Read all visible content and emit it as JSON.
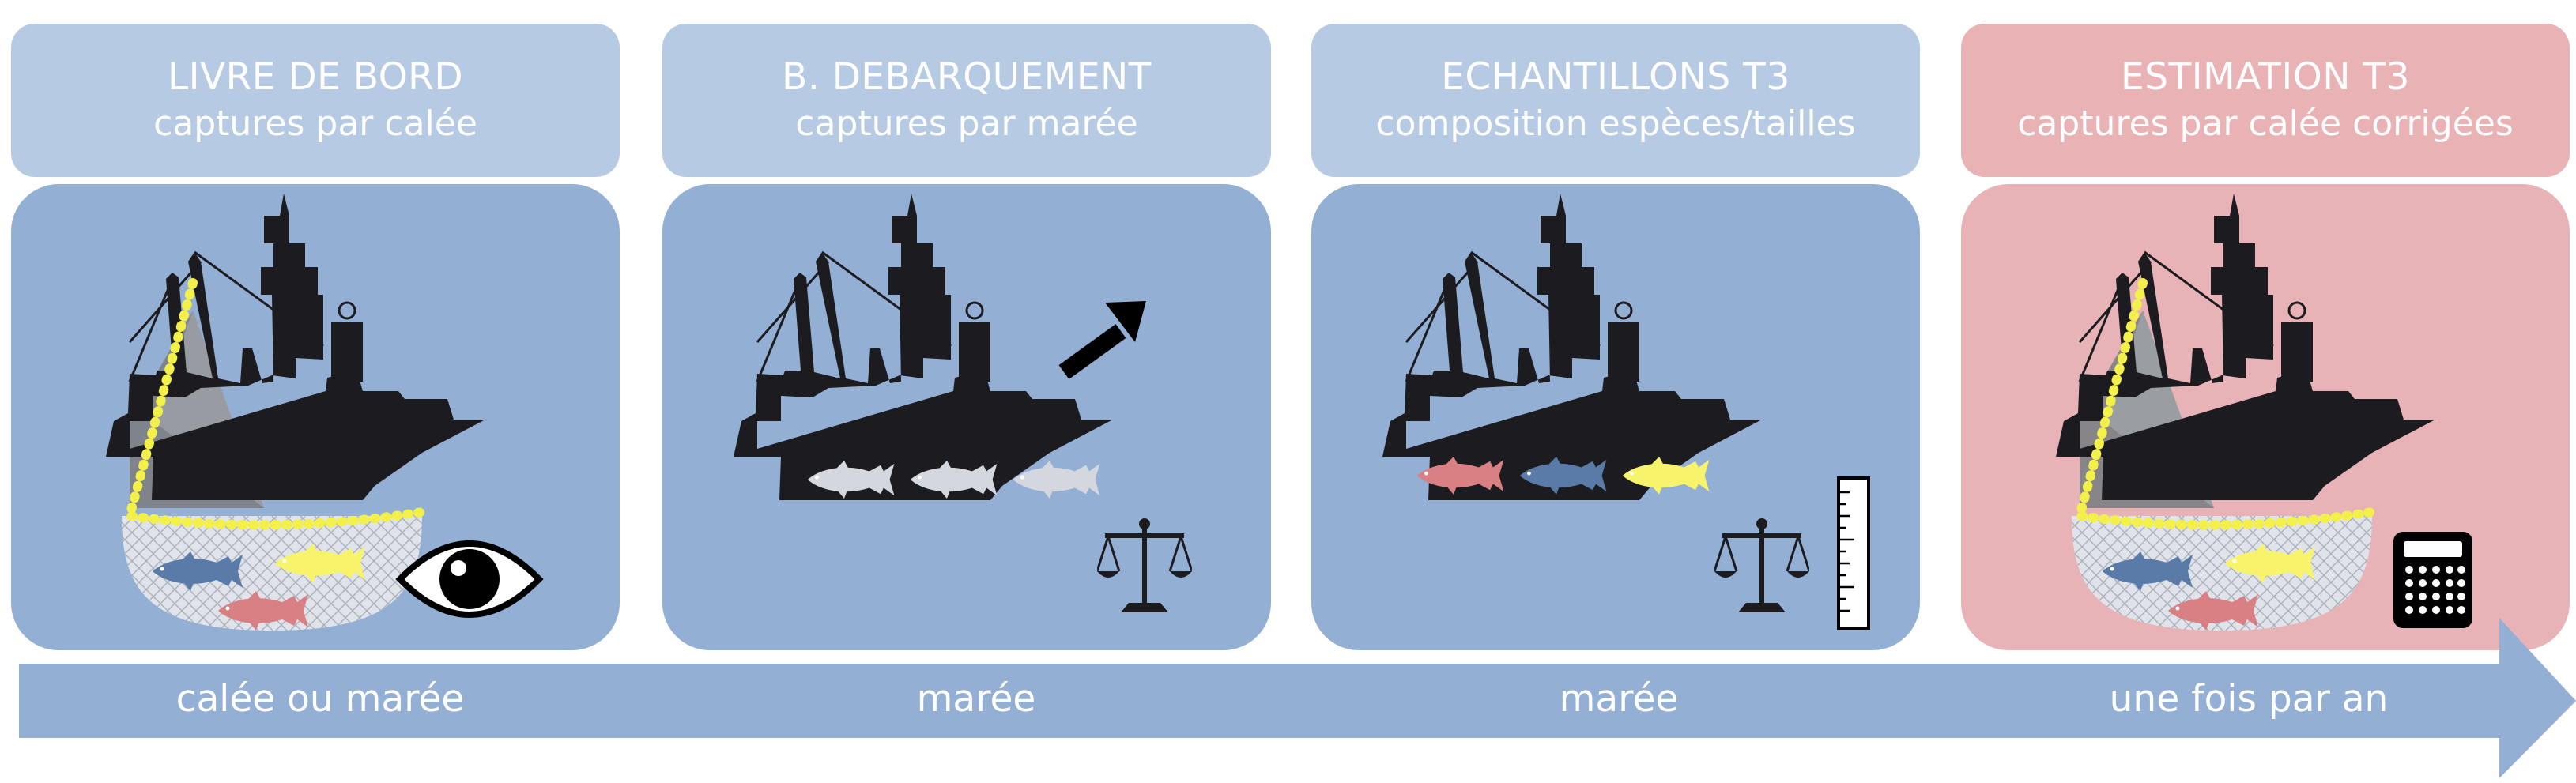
{
  "steps": [
    {
      "title": "LIVRE DE BORD",
      "subtitle": "captures par calée",
      "timeline": "calée ou marée"
    },
    {
      "title": "B. DEBARQUEMENT",
      "subtitle": "captures par marée",
      "timeline": "marée"
    },
    {
      "title": "ECHANTILLONS T3",
      "subtitle": "composition espèces/tailles",
      "timeline": "marée"
    },
    {
      "title": "ESTIMATION T3",
      "subtitle": "captures par calée corrigées",
      "timeline": "une fois par an"
    }
  ],
  "icons": [
    "eye-icon",
    "upload-arrow-icon",
    "scale-icon",
    "ruler-icon",
    "calculator-icon"
  ],
  "colors": {
    "header_blue": "#b7cae3",
    "header_pink": "#e9b3b6",
    "panel_blue": "#93afd4",
    "panel_pink": "#e8b3b7",
    "timeline": "#93afd4",
    "ship": "#1c1c20",
    "fish_blue": "#5a7ba7",
    "fish_yellow": "#f7f36a",
    "fish_red": "#d88083",
    "fish_grey": "#d4d8de",
    "floats": "#f4f04a"
  }
}
